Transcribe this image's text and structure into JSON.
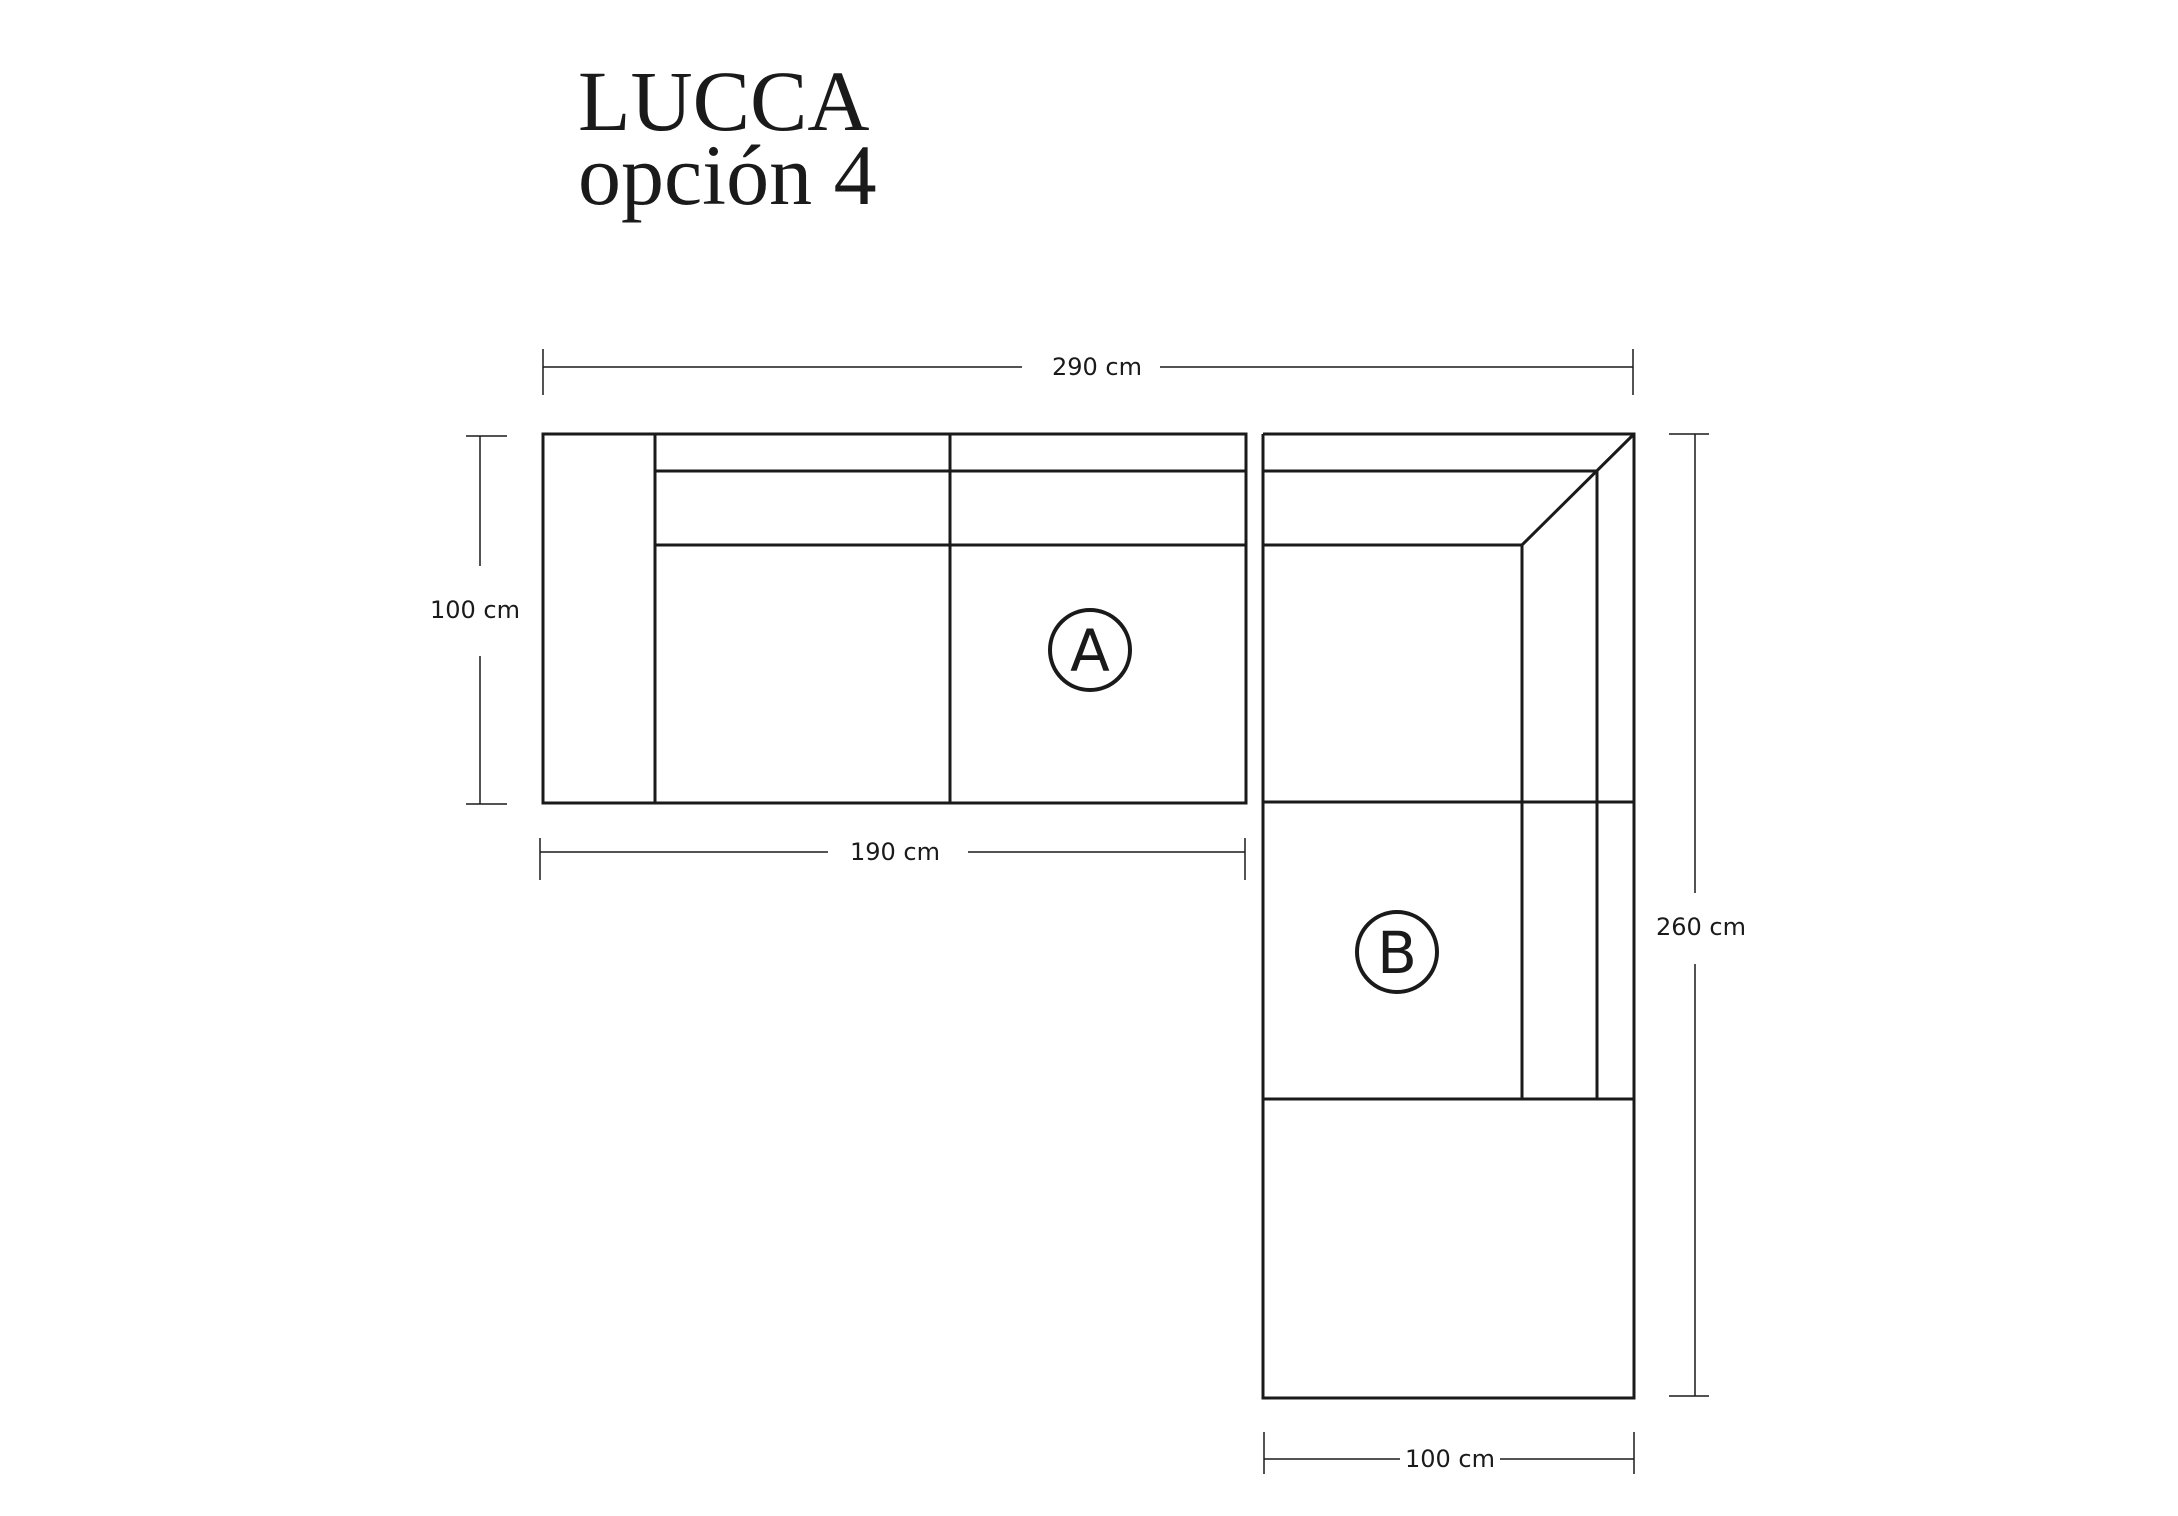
{
  "title": {
    "line1": "LUCCA",
    "line2": "opción 4"
  },
  "dimensions": {
    "total_width": "290 cm",
    "module_a_depth": "100 cm",
    "module_a_width": "190 cm",
    "total_length": "260 cm",
    "module_b_width": "100 cm"
  },
  "modules": [
    {
      "id": "A",
      "label": "A"
    },
    {
      "id": "B",
      "label": "B"
    }
  ],
  "colors": {
    "line": "#1a1a1a",
    "background": "#ffffff"
  }
}
